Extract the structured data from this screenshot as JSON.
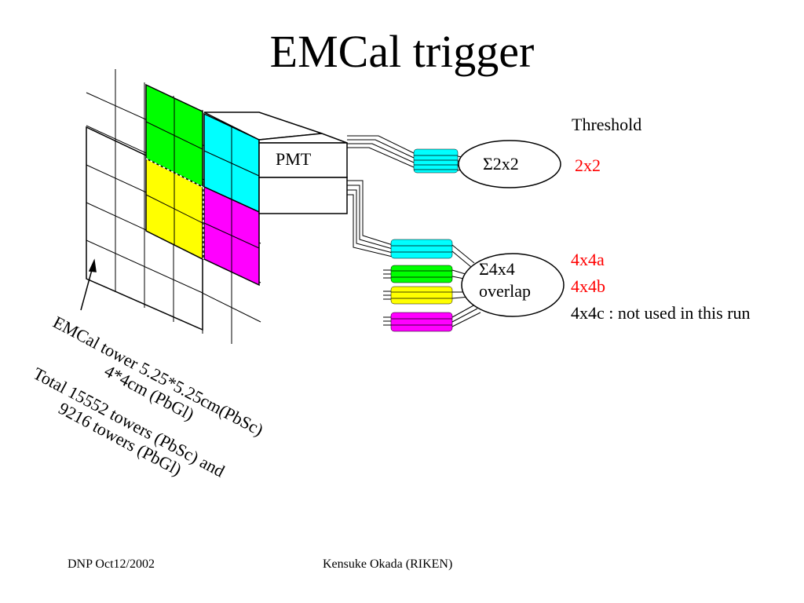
{
  "slide": {
    "title": "EMCal trigger",
    "pmt_label": "PMT",
    "sum2x2_label": "Σ2x2",
    "sum4x4_line1": "Σ4x4",
    "sum4x4_line2": "overlap",
    "threshold_heading": "Threshold",
    "thresholds": [
      "2x2",
      "4x4a",
      "4x4b",
      "4x4c : not used in this run"
    ],
    "tower_caption_line1": "EMCal tower 5.25*5.25cm(PbSc)",
    "tower_caption_line2": "4*4cm (PbGl)",
    "total_caption_line1": "Total 15552 towers (PbSc) and",
    "total_caption_line2": "9216 towers (PbGl)",
    "footer_left": "DNP Oct12/2002",
    "footer_center": "Kensuke Okada (RIKEN)"
  },
  "colors": {
    "green": "#00ff00",
    "yellow": "#ffff00",
    "cyan": "#00ffff",
    "magenta": "#ff00ff",
    "threshold_red": "#ff0000"
  }
}
